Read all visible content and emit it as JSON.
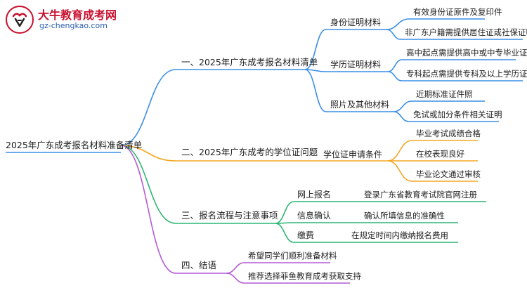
{
  "logo": {
    "title": "大牛教育成考网",
    "url": "gz-chengkao.com"
  },
  "root": "2025年广东成考报名材料准备清单",
  "colors": {
    "blue": "#3b8ee8",
    "orange": "#f5a623",
    "green": "#2bb673",
    "purple": "#b45ad6"
  },
  "branches": [
    {
      "label": "一、2025年广东成考报名材料清单",
      "groups": [
        {
          "label": "身份证明材料",
          "leaves": [
            "有效身份证原件及复印件",
            "非广东户籍需提供居住证或社保证明"
          ]
        },
        {
          "label": "学历证明材料",
          "leaves": [
            "高中起点需提供高中或中专毕业证",
            "专科起点需提供专科及以上学历证书"
          ]
        },
        {
          "label": "照片及其他材料",
          "leaves": [
            "近期标准证件照",
            "免试或加分条件相关证明"
          ]
        }
      ]
    },
    {
      "label": "二、2025年广东成考的学位证问题",
      "groups": [
        {
          "label": "学位证申请条件",
          "leaves": [
            "毕业考试成绩合格",
            "在校表现良好",
            "毕业论文通过审核"
          ]
        }
      ]
    },
    {
      "label": "三、报名流程与注意事项",
      "groups": [
        {
          "label": "网上报名",
          "leaves": [
            "登录广东省教育考试院官网注册"
          ]
        },
        {
          "label": "信息确认",
          "leaves": [
            "确认所填信息的准确性"
          ]
        },
        {
          "label": "缴费",
          "leaves": [
            "在规定时间内缴纳报名费用"
          ]
        }
      ]
    },
    {
      "label": "四、结语",
      "leaves": [
        "希望同学们顺利准备材料",
        "推荐选择菲鱼教育成考获取支持"
      ]
    }
  ]
}
